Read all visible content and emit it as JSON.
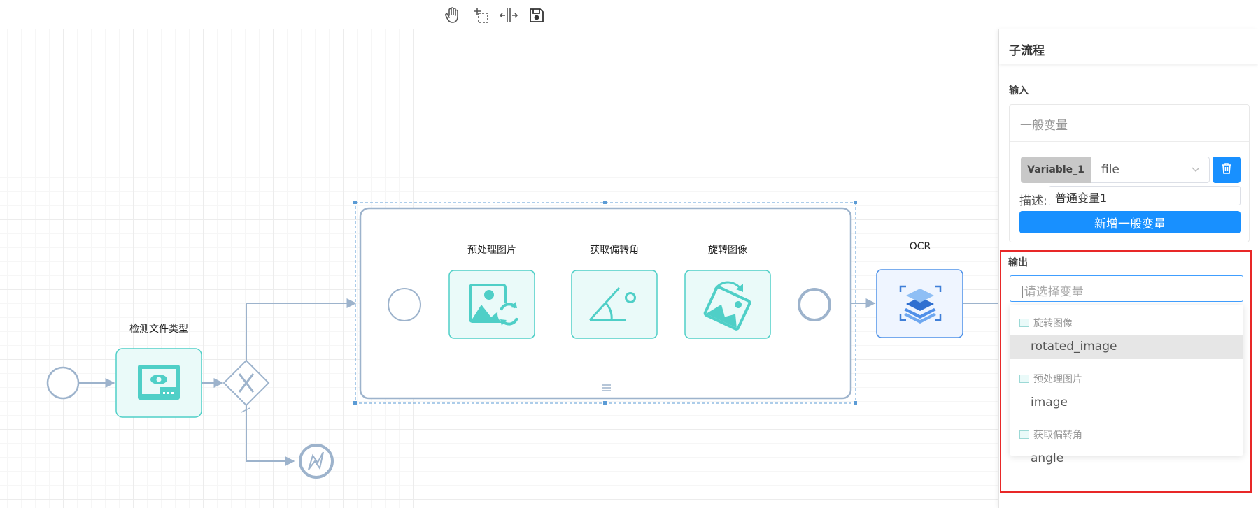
{
  "toolbar": {
    "tools": [
      "hand-tool",
      "lasso-tool",
      "space-tool",
      "save"
    ]
  },
  "diagram": {
    "detect_label": "检测文件类型",
    "preprocess_label": "预处理图片",
    "angle_label": "获取偏转角",
    "rotate_label": "旋转图像",
    "ocr_label": "OCR"
  },
  "panel": {
    "title": "子流程",
    "input_section": "输入",
    "input_card_title": "一般变量",
    "variable_name": "Variable_1",
    "variable_type": "file",
    "desc_label": "描述:",
    "desc_value": "普通变量1",
    "add_button": "新增一般变量",
    "output_section": "输出",
    "output_placeholder": "请选择变量",
    "dropdown": {
      "group_1": "旋转图像",
      "item_1": "rotated_image",
      "group_2": "预处理图片",
      "item_2": "image",
      "group_3": "获取偏转角",
      "item_3": "angle"
    }
  },
  "colors": {
    "accent": "#1890ff",
    "task_fill": "#eafaf9",
    "task_stroke": "#4fcfc7",
    "flow": "#9db3cc",
    "highlight": "#e82828"
  }
}
